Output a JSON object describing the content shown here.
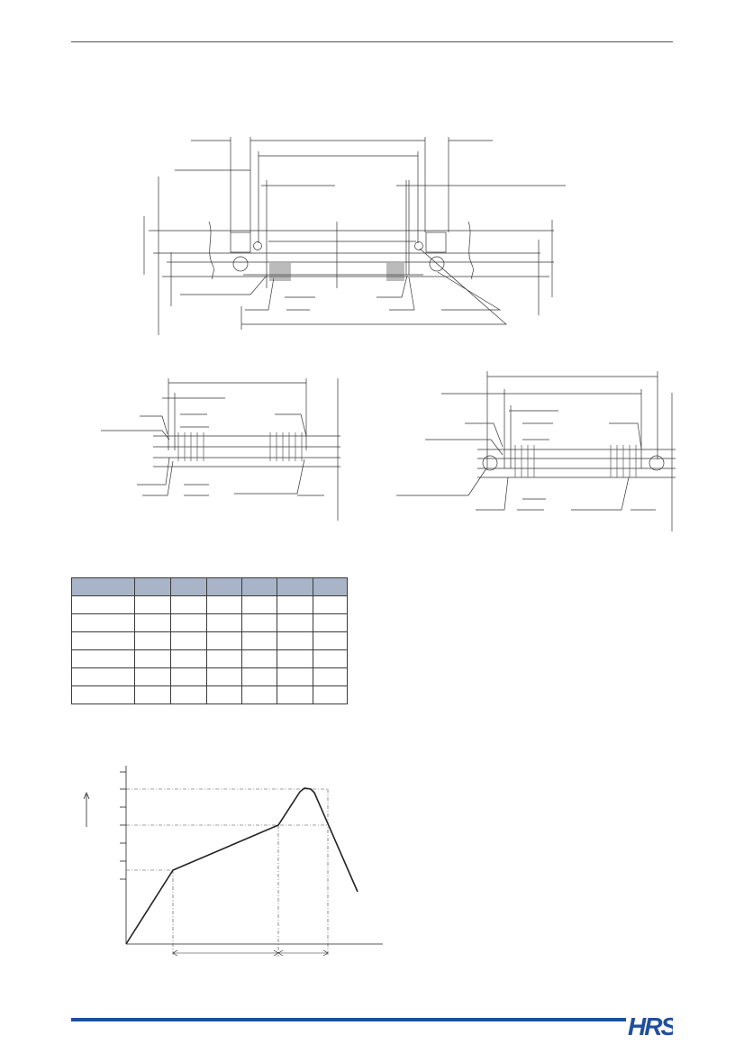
{
  "colors": {
    "rule_dark": "#555555",
    "footer_blue": "#1e4f9c",
    "table_header_fill": "#a9b4c8",
    "line": "#333333"
  },
  "logo": {
    "text": "HRS",
    "color": "#1e4f9c"
  },
  "spec_table": {
    "columns": 7,
    "header": [
      "",
      "",
      "",
      "",
      "",
      "",
      ""
    ],
    "rows": [
      [
        "",
        "",
        "",
        "",
        "",
        "",
        ""
      ],
      [
        "",
        "",
        "",
        "",
        "",
        "",
        ""
      ],
      [
        "",
        "",
        "",
        "",
        "",
        "",
        ""
      ],
      [
        "",
        "",
        "",
        "",
        "",
        "",
        ""
      ],
      [
        "",
        "",
        "",
        "",
        "",
        "",
        ""
      ],
      [
        "",
        "",
        "",
        "",
        "",
        "",
        ""
      ]
    ]
  },
  "icons": {
    "logo": "hrs-logo",
    "arrow": "up-arrow-icon"
  }
}
